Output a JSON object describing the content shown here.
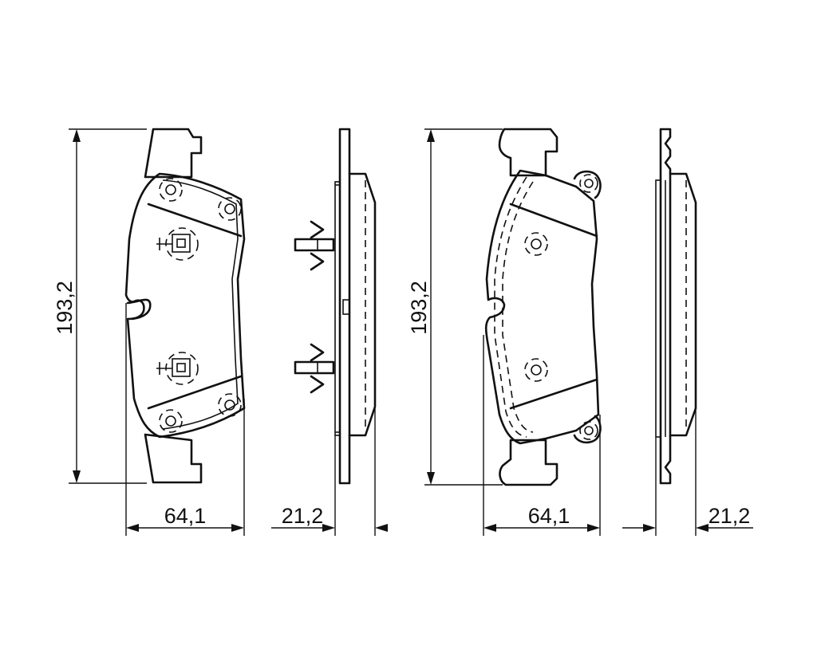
{
  "dimensions": {
    "height_left": "193,2",
    "width_left": "64,1",
    "thickness_left": "21,2",
    "height_right": "193,2",
    "width_right": "64,1",
    "thickness_right": "21,2"
  },
  "colors": {
    "line": "#111111",
    "background": "#ffffff"
  }
}
